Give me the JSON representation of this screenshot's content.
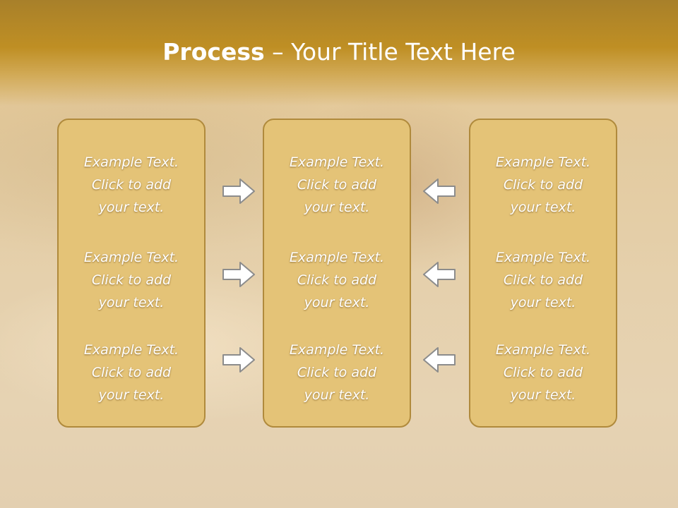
{
  "title": {
    "bold": "Process",
    "rest": " – Your Title Text Here"
  },
  "columns": [
    {
      "items": [
        {
          "line1": "Example Text.",
          "line2": "Click  to add",
          "line3": "your text."
        },
        {
          "line1": "Example Text.",
          "line2": "Click  to add",
          "line3": "your text."
        },
        {
          "line1": "Example Text.",
          "line2": "Click  to add",
          "line3": "your text."
        }
      ]
    },
    {
      "items": [
        {
          "line1": "Example Text.",
          "line2": "Click  to add",
          "line3": "your text."
        },
        {
          "line1": "Example Text.",
          "line2": "Click  to add",
          "line3": "your text."
        },
        {
          "line1": "Example Text.",
          "line2": "Click  to add",
          "line3": "your text."
        }
      ]
    },
    {
      "items": [
        {
          "line1": "Example Text.",
          "line2": "Click  to add",
          "line3": "your text."
        },
        {
          "line1": "Example Text.",
          "line2": "Click  to add",
          "line3": "your text."
        },
        {
          "line1": "Example Text.",
          "line2": "Click  to add",
          "line3": "your text."
        }
      ]
    }
  ],
  "arrows": {
    "left_group": "right-arrow-icon",
    "right_group": "left-arrow-icon"
  },
  "colors": {
    "header": "#bf8f24",
    "box_fill": "#e4c377",
    "box_border": "#b08a3c",
    "text": "#ffffff"
  }
}
